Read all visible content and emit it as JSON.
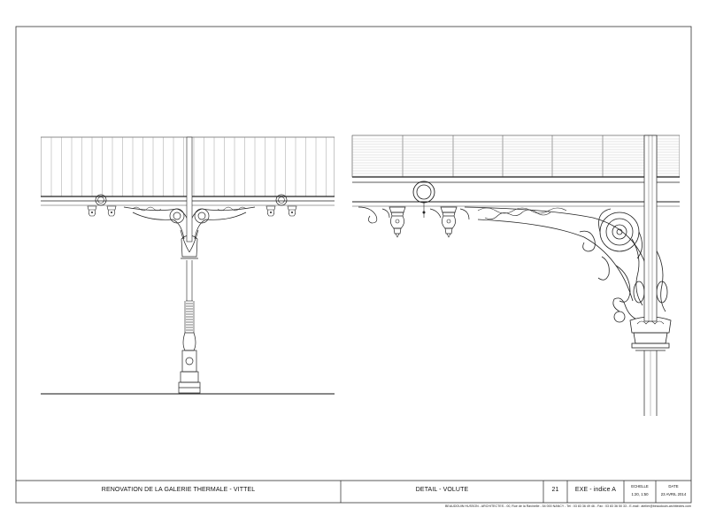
{
  "title_block": {
    "project": "RENOVATION DE LA GALERIE THERMALE - VITTEL",
    "sheet_title": "DETAIL - VOLUTE",
    "sheet_number": "21",
    "phase": "EXE - indice A",
    "scale_label": "ECHELLE",
    "scale_value": "1:20, 1:50",
    "date_label": "DATE",
    "date_value": "23 AVRIL 2014"
  },
  "footer_credit": "BEAUDOUIN HUSSON - ARCHITECTES - 00, Rue de la Ravinelle - 54 000 NANCY - Tel : 03 83 36 49 46 - Fax : 03 83 36 50 33 - E-mail : atelier@beaudouin-architectes.com"
}
